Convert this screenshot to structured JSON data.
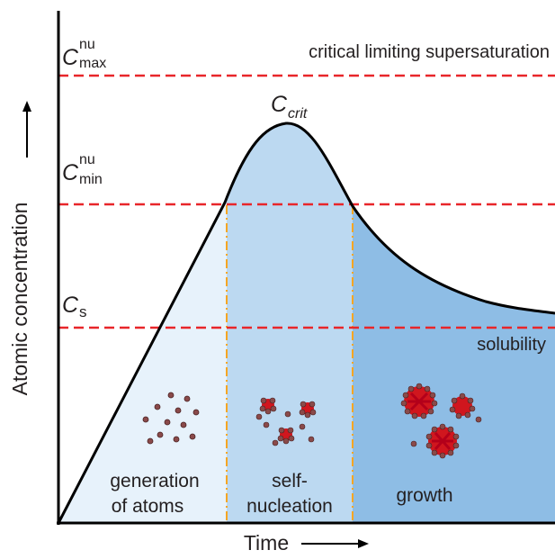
{
  "axes": {
    "y_label": "Atomic concentration",
    "x_label": "Time",
    "arrow": "arrow-icon"
  },
  "levels": {
    "c_max": {
      "symbol": "C",
      "sup": "nu",
      "sub": "max",
      "description": "critical limiting supersaturation"
    },
    "c_min": {
      "symbol": "C",
      "sup": "nu",
      "sub": "min"
    },
    "c_s": {
      "symbol": "C",
      "sub": "s",
      "description": "solubility"
    }
  },
  "peak": {
    "symbol": "C",
    "sub": "crit"
  },
  "stages": [
    {
      "line1": "generation",
      "line2": "of atoms"
    },
    {
      "line1": "self-",
      "line2": "nucleation"
    },
    {
      "line1": "growth",
      "line2": ""
    }
  ],
  "colors": {
    "curve": "#000000",
    "dashed_level": "#e8262a",
    "stage_divider": "#f5a623",
    "stage1_fill": "#e7f2fb",
    "stage2_fill": "#bcd9f1",
    "stage3_fill": "#8ebde5",
    "atom": "#8a4a4a",
    "nucleus": "#d0161e"
  }
}
